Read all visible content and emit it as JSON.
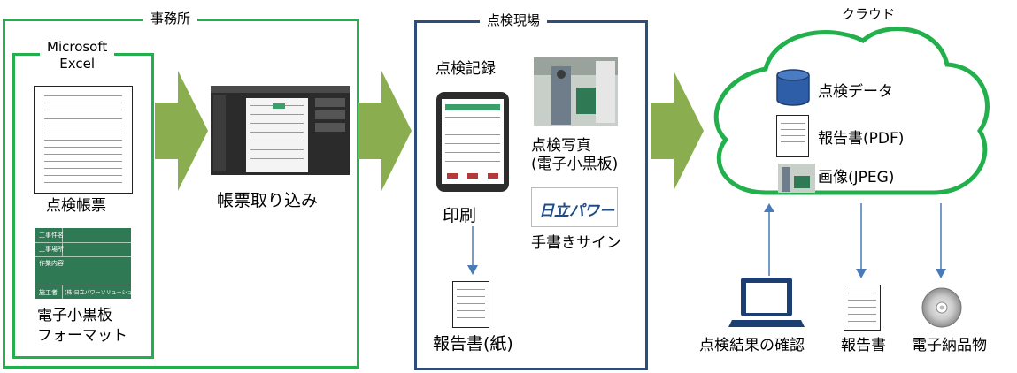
{
  "office": {
    "title": "事務所",
    "excel_title": "Microsoft\nExcel",
    "form_label": "点検帳票",
    "board_label": "電子小黒板\nフォーマット",
    "board_rows": [
      "工事件名",
      "工事場所",
      "作業内容"
    ],
    "board_footer_left": "施工者",
    "board_footer_right": "(株)日立パワーソリューションズ"
  },
  "import": {
    "label": "帳票取り込み"
  },
  "site": {
    "title": "点検現場",
    "record_label": "点検記録",
    "photo_label": "点検写真\n(電子小黒板)",
    "print_label": "印刷",
    "report_paper_label": "報告書(紙)",
    "logo_text": "日立パワー",
    "sign_label": "手書きサイン"
  },
  "cloud": {
    "title": "クラウド",
    "items": [
      {
        "icon": "database-icon",
        "label": "点検データ"
      },
      {
        "icon": "document-icon",
        "label": "報告書(PDF)"
      },
      {
        "icon": "image-icon",
        "label": "画像(JPEG)"
      }
    ]
  },
  "outputs": {
    "laptop_label": "点検結果の確認",
    "report_label": "報告書",
    "disc_label": "電子納品物"
  },
  "colors": {
    "green_border": "#21b04b",
    "arrow_green": "#8aae4f",
    "blue_border": "#2f4d7a",
    "link_blue": "#4a7ab8",
    "board_green": "#2f7a55",
    "db_blue": "#2f5ea8"
  }
}
